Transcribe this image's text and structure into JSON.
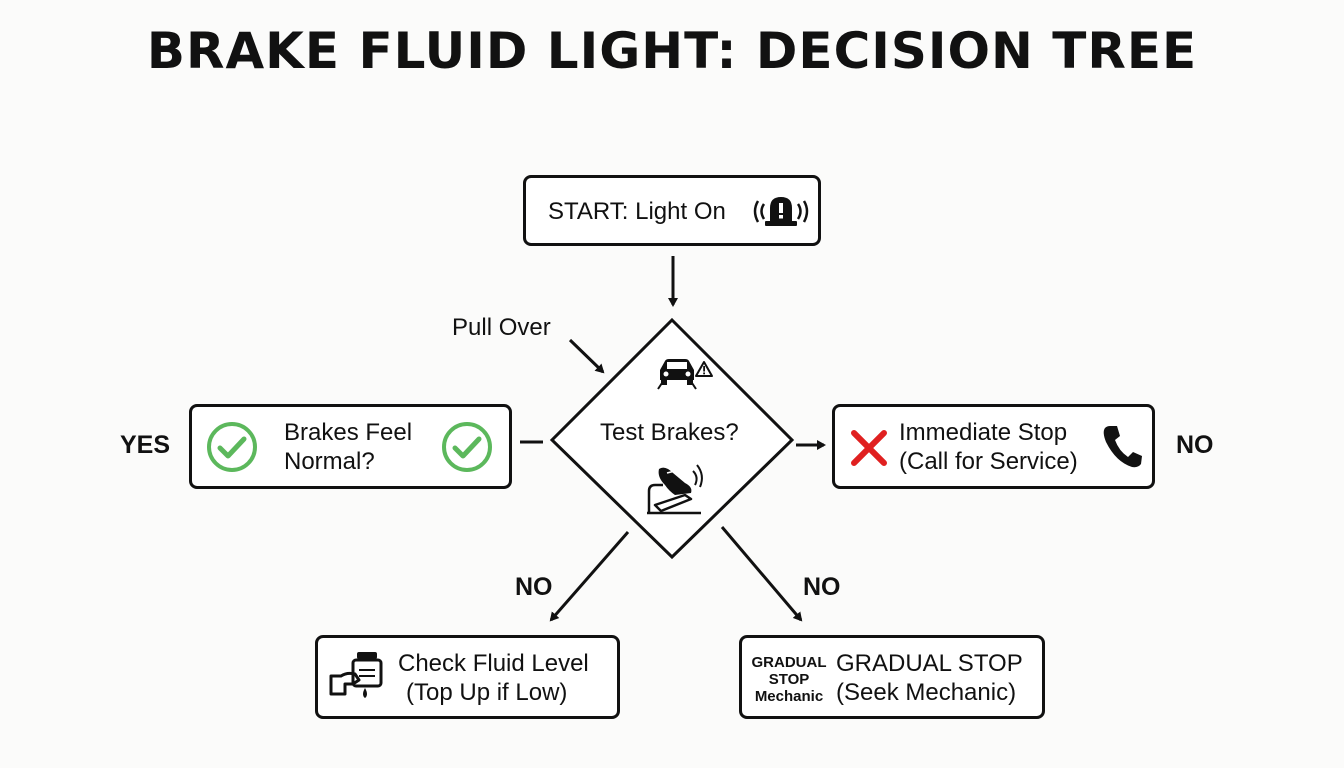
{
  "title": "BRAKE FLUID LIGHT: DECISION TREE",
  "nodes": {
    "start": {
      "label": "START: Light On",
      "icon": "siren-icon"
    },
    "decision": {
      "label": "Test Brakes?",
      "icons": [
        "car-warning-icon",
        "brake-pedal-icon"
      ]
    },
    "normal": {
      "line1": "Brakes Feel",
      "line2": "Normal?",
      "icons": [
        "check-circle-icon",
        "check-circle-icon"
      ]
    },
    "stop": {
      "line1": "Immediate Stop",
      "line2": "(Call for Service)",
      "icons": [
        "x-icon",
        "phone-icon"
      ]
    },
    "fluid": {
      "line1": "Check Fluid Level",
      "line2": "(Top Up if Low)",
      "icon": "fluid-reservoir-icon"
    },
    "gradual": {
      "line1": "GRADUAL STOP",
      "line2": "(Seek Mechanic)",
      "icon_text": [
        "GRADUAL",
        "STOP",
        "Mechanic"
      ]
    }
  },
  "edge_labels": {
    "pull_over": "Pull Over",
    "yes": "YES",
    "no_right": "NO",
    "no_left_branch": "NO",
    "no_right_branch": "NO"
  },
  "colors": {
    "check": "#5cb85c",
    "cross": "#e02020",
    "stroke": "#111111"
  }
}
